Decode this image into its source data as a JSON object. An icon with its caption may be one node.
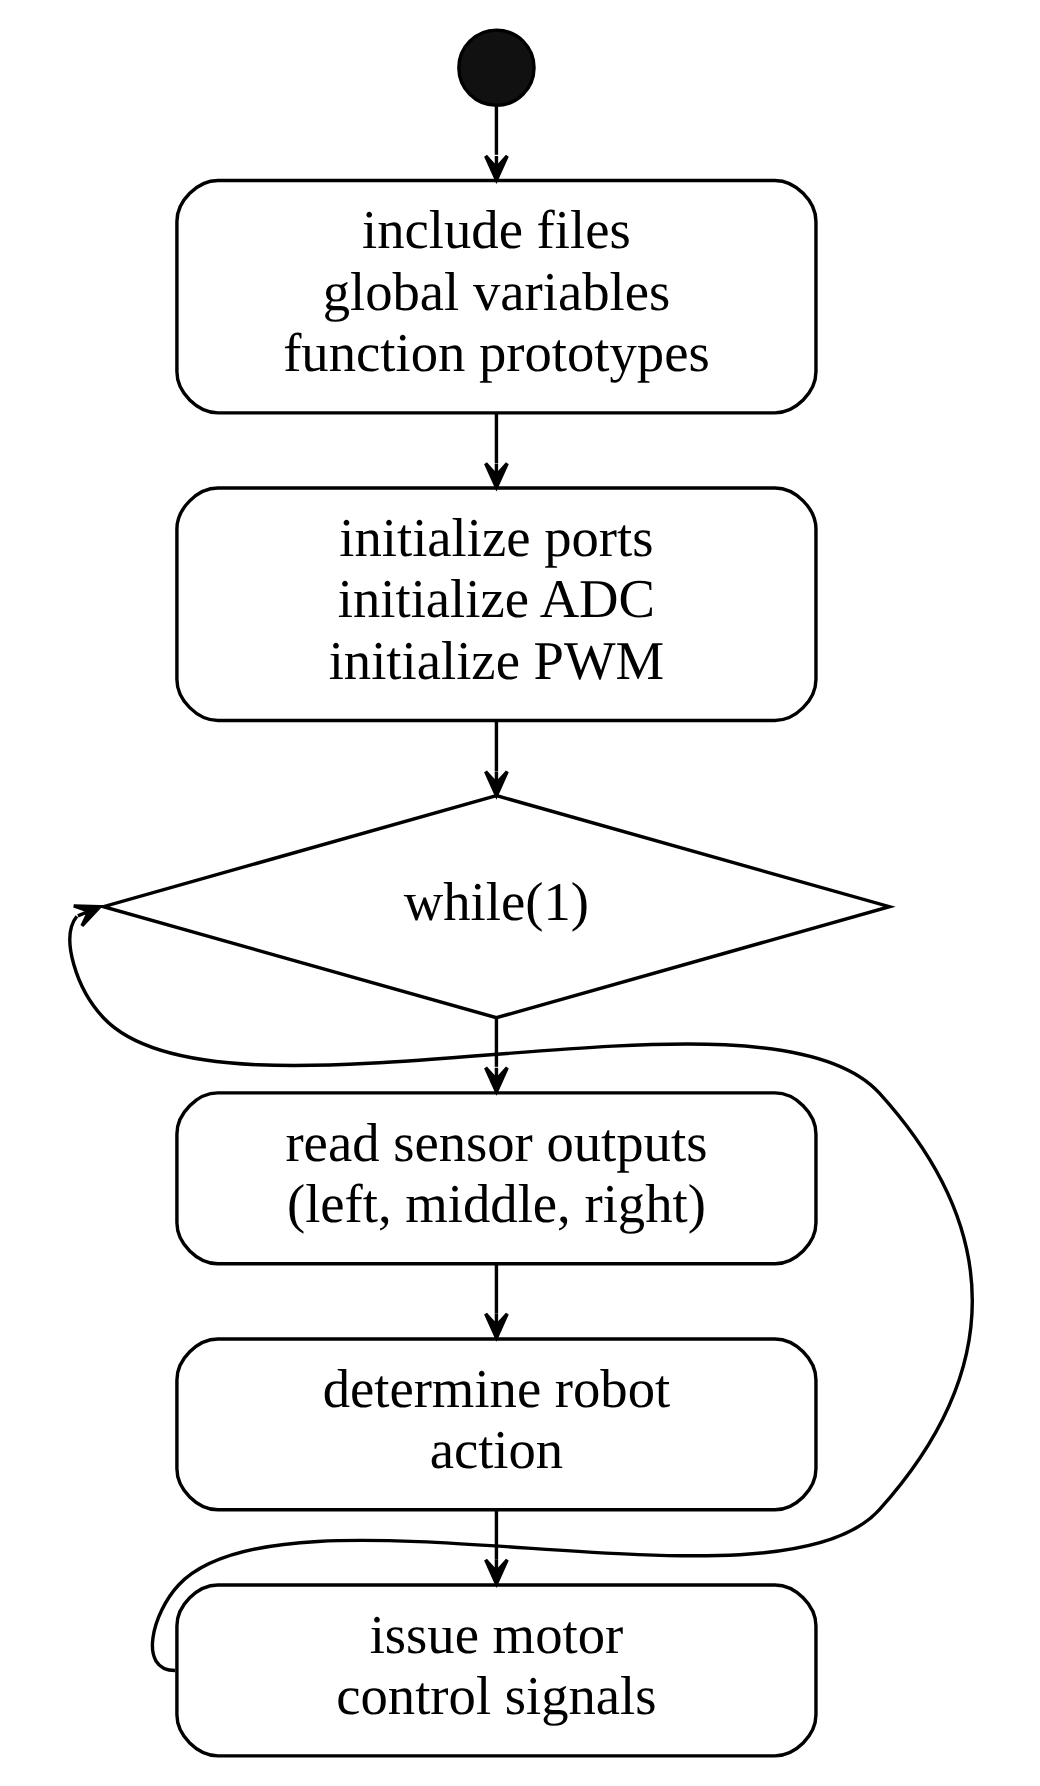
{
  "diagram": {
    "nodes": [
      {
        "text": [],
        "shape": "circle"
      },
      {
        "text": [
          "include files global variables function prototypes"
        ]
      },
      {
        "text": [
          "initialize ports initialize ADC initialize PWM"
        ]
      },
      {
        "text": [
          "while(1)"
        ]
      },
      {
        "text": [
          "read sensor outputs (left, middle, right)"
        ]
      },
      {
        "text": [
          "determine robot action"
        ]
      },
      {
        "text": [
          "issue motor control signals"
        ]
      }
    ],
    "edges": [
      {
        "from": 0,
        "to": 1,
        "arrow": "to"
      },
      {
        "from": 1,
        "to": 2,
        "arrow": "to"
      },
      {
        "from": 2,
        "to": 3,
        "arrow": "to"
      },
      {
        "from": 3,
        "to": 4,
        "arrow": "to"
      },
      {
        "from": 4,
        "to": 5,
        "arrow": "to"
      },
      {
        "from": 5,
        "to": 6,
        "arrow": "to"
      },
      {
        "from": 6,
        "to": 3,
        "arrow": "to"
      }
    ]
  }
}
